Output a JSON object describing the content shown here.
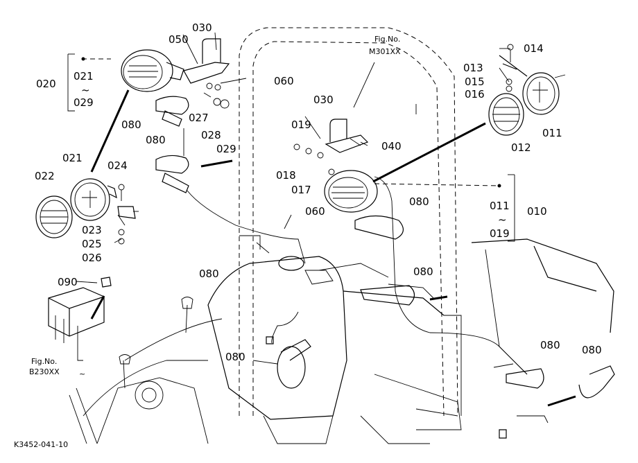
{
  "diagram": {
    "fig_refs": [
      {
        "line1": "Fig.No.",
        "line2": "M301XX"
      },
      {
        "line1": "Fig.No.",
        "line2": "B230XX"
      }
    ],
    "drawing_code": "K3452-041-10",
    "labels": {
      "p030a": "030",
      "p050": "050",
      "p060a": "060",
      "p020": "020",
      "p021a": "021",
      "tilde1": "~",
      "p029a": "029",
      "p027": "027",
      "p028": "028",
      "p029b": "029",
      "p080a": "080",
      "p080b": "080",
      "p021b": "021",
      "p022": "022",
      "p024": "024",
      "p023": "023",
      "p025": "025",
      "p026": "026",
      "p030b": "030",
      "p019": "019",
      "p040": "040",
      "p018": "018",
      "p017": "017",
      "p060b": "060",
      "p014": "014",
      "p013": "013",
      "p015": "015",
      "p016": "016",
      "p011a": "011",
      "p012": "012",
      "p011b": "011",
      "tilde2": "~",
      "p019b": "019",
      "p010": "010",
      "p080c": "080",
      "p080d": "080",
      "p080e": "080",
      "p080f": "080",
      "p080g": "080",
      "p080h": "080",
      "p090": "090",
      "tilde3": "~"
    }
  }
}
